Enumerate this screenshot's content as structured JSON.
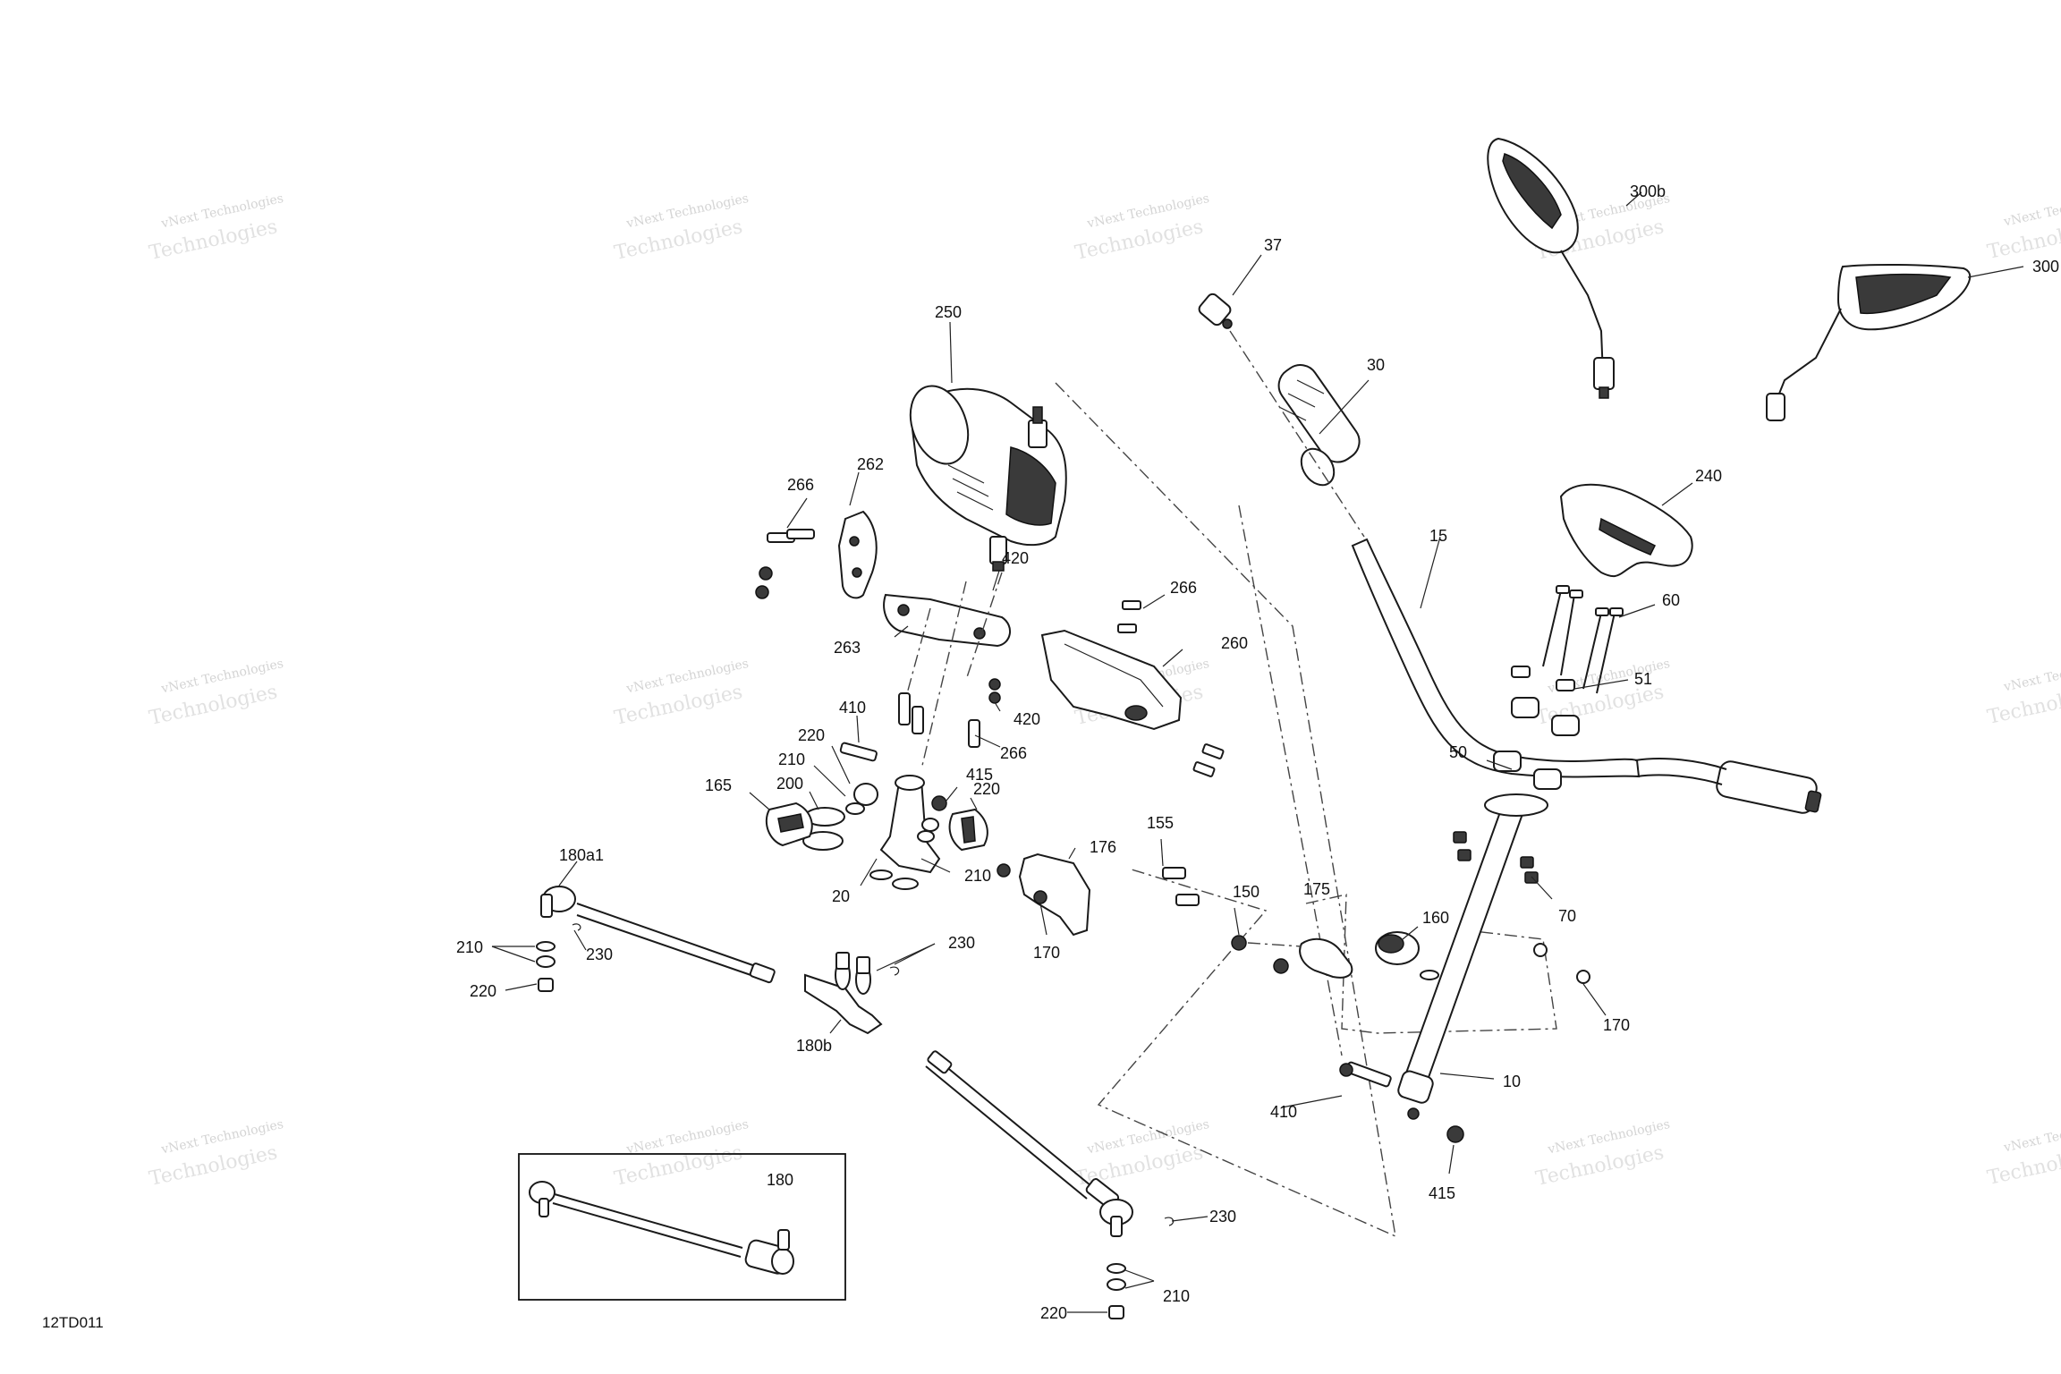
{
  "drawing_code": "12TD011",
  "watermark": {
    "line1": "vNext Technologies",
    "line2": "Technologies"
  },
  "callouts": {
    "c10": "10",
    "c15": "15",
    "c20": "20",
    "c30": "30",
    "c37": "37",
    "c50": "50",
    "c51": "51",
    "c60": "60",
    "c70": "70",
    "c150": "150",
    "c155": "155",
    "c160": "160",
    "c165": "165",
    "c170a": "170",
    "c170b": "170",
    "c175": "175",
    "c176": "176",
    "c180": "180",
    "c180a1": "180a1",
    "c180b": "180b",
    "c200": "200",
    "c210a": "210",
    "c210b": "210",
    "c210c": "210",
    "c210d": "210",
    "c220a": "220",
    "c220b": "220",
    "c220c": "220",
    "c220d": "220",
    "c230a": "230",
    "c230b": "230",
    "c230c": "230",
    "c240": "240",
    "c250": "250",
    "c260": "260",
    "c262": "262",
    "c263": "263",
    "c266a": "266",
    "c266b": "266",
    "c266c": "266",
    "c300": "300",
    "c300b": "300b",
    "c410a": "410",
    "c410b": "410",
    "c415a": "415",
    "c415b": "415",
    "c420a": "420",
    "c420b": "420"
  }
}
